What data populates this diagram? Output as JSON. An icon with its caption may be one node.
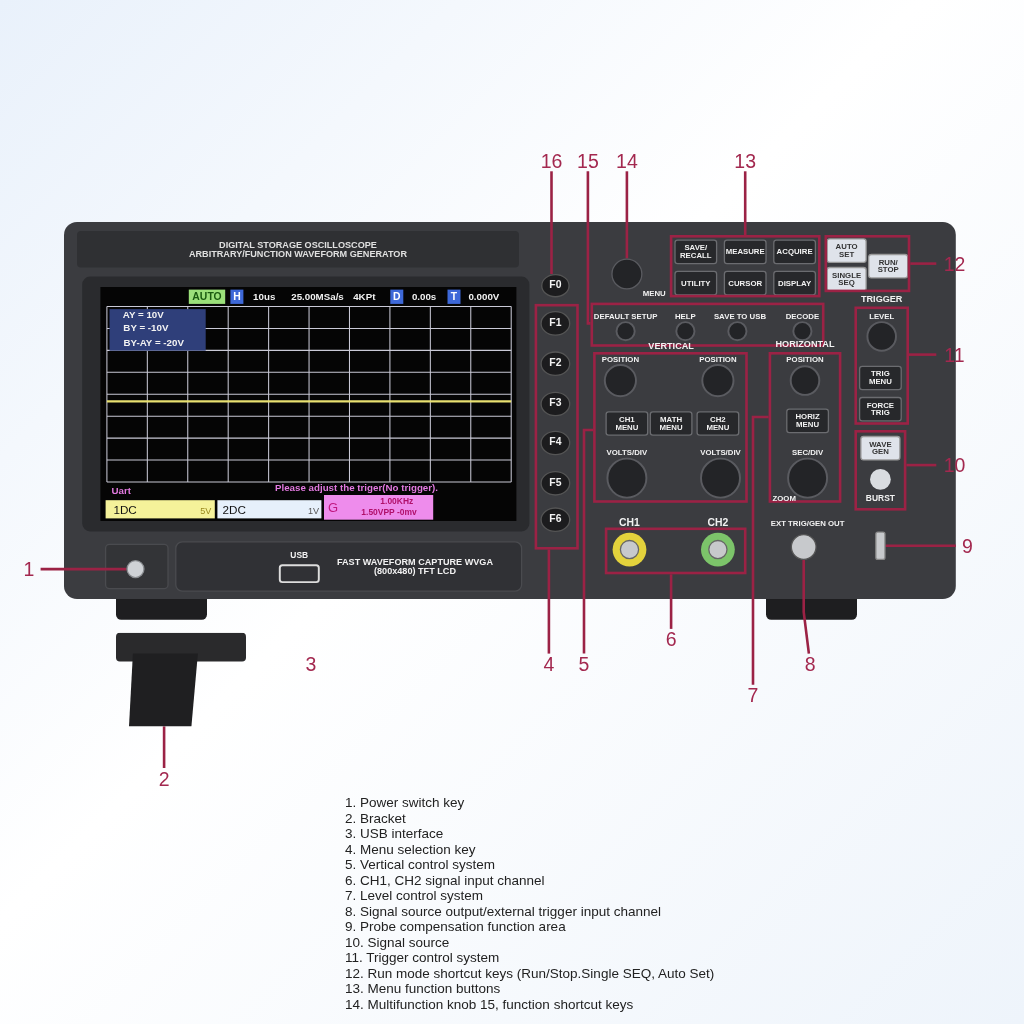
{
  "diagram": {
    "nodes": [
      {
        "text": [
          "16"
        ]
      },
      {
        "text": [
          "15"
        ]
      },
      {
        "text": [
          "14"
        ]
      },
      {
        "text": [
          "13"
        ]
      },
      {
        "text": [
          "12"
        ]
      },
      {
        "text": [
          "11"
        ]
      },
      {
        "text": [
          "10"
        ]
      },
      {
        "text": [
          "9"
        ]
      },
      {
        "text": [
          "1"
        ]
      },
      {
        "text": [
          "2"
        ]
      },
      {
        "text": [
          "4"
        ]
      },
      {
        "text": [
          "5"
        ]
      },
      {
        "text": [
          "6"
        ]
      },
      {
        "text": [
          "7"
        ]
      },
      {
        "text": [
          "8"
        ]
      },
      {
        "text": [],
        "shape": "box"
      },
      {
        "text": [],
        "shape": "box"
      },
      {
        "text": [],
        "shape": "box"
      },
      {
        "text": [],
        "shape": "box"
      },
      {
        "text": [],
        "shape": "box"
      },
      {
        "text": [],
        "shape": "box"
      },
      {
        "text": [],
        "shape": "box"
      },
      {
        "text": [],
        "shape": "box"
      },
      {
        "text": [],
        "shape": "box"
      },
      {
        "text": [
          "F0"
        ]
      },
      {
        "text": [],
        "shape": "circle"
      },
      {
        "text": [],
        "shape": "circle"
      },
      {
        "text": [],
        "shape": "picture"
      },
      {
        "text": [],
        "shape": "circle"
      },
      {
        "text": [],
        "shape": "bar"
      }
    ],
    "edges": [
      {
        "from": 0,
        "to": 24,
        "arrow": "none"
      },
      {
        "from": 1,
        "to": 17,
        "arrow": "none"
      },
      {
        "from": 2,
        "to": 25,
        "arrow": "none"
      },
      {
        "from": 3,
        "to": 15,
        "arrow": "none"
      },
      {
        "from": 4,
        "to": 16,
        "arrow": "none"
      },
      {
        "from": 5,
        "to": 18,
        "arrow": "none"
      },
      {
        "from": 6,
        "to": 19,
        "arrow": "none"
      },
      {
        "from": 7,
        "to": 29,
        "arrow": "none"
      },
      {
        "from": 8,
        "to": 26,
        "arrow": "none"
      },
      {
        "from": 9,
        "to": 27,
        "arrow": "none"
      },
      {
        "from": 10,
        "to": 20,
        "arrow": "none"
      },
      {
        "from": 11,
        "to": 21,
        "arrow": "none"
      },
      {
        "from": 12,
        "to": 23,
        "arrow": "none"
      },
      {
        "from": 13,
        "to": 22,
        "arrow": "none"
      },
      {
        "from": 14,
        "to": 28,
        "arrow": "none"
      }
    ],
    "labels": [
      "3",
      "DIGITAL STORAGE OSCILLOSCOPE ARBITRARY/FUNCTION WAVEFORM GENERATOR",
      "AUTO",
      "H",
      "10us",
      "25.00MSa/s",
      "4KPt",
      "D",
      "0.00s",
      "T",
      "0.000V",
      "AY = 10V",
      "BY = -10V",
      "BY-AY = -20V",
      "Uart",
      "Please adjust the triger(No trigger).",
      "1DC",
      "5V",
      "2DC",
      "1V",
      "G",
      "1.00KHz",
      "1.50VPP -0mv",
      "F1",
      "F2",
      "F3",
      "F4",
      "F5",
      "F6",
      "USB",
      "FAST WAVEFORM CAPTURE WVGA (800x480) TFT LCD",
      "MENU",
      "SAVE/ RECALL",
      "MEASURE",
      "ACQUIRE",
      "UTILITY",
      "CURSOR",
      "DISPLAY",
      "AUTO SET",
      "RUN/ STOP",
      "SINGLE SEQ",
      "TRIGGER",
      "DEFAULT SETUP",
      "HELP",
      "SAVE TO USB",
      "DECODE",
      "LEVEL",
      "VERTICAL",
      "HORIZONTAL",
      "POSITION",
      "POSITION",
      "POSITION",
      "TRIG MENU",
      "FORCE TRIG",
      "CH1 MENU",
      "MATH MENU",
      "CH2 MENU",
      "HORIZ MENU",
      "WAVE GEN",
      "VOLTS/DIV",
      "VOLTS/DIV",
      "SEC/DIV",
      "ZOOM",
      "BURST",
      "CH1",
      "CH2",
      "EXT TRIG/GEN OUT",
      "1. Power switch key",
      "2. Bracket",
      "3. USB interface",
      "4. Menu selection key",
      "5. Vertical control system",
      "6. CH1, CH2 signal input channel",
      "7. Level control system",
      "8. Signal source output/external trigger input channel",
      "9. Probe compensation function area",
      "10. Signal source",
      "11. Trigger control system",
      "12. Run mode shortcut keys (Run/Stop.Single SEQ, Auto Set)",
      "13. Menu function buttons",
      "14. Multifunction knob 15, function shortcut keys"
    ]
  }
}
